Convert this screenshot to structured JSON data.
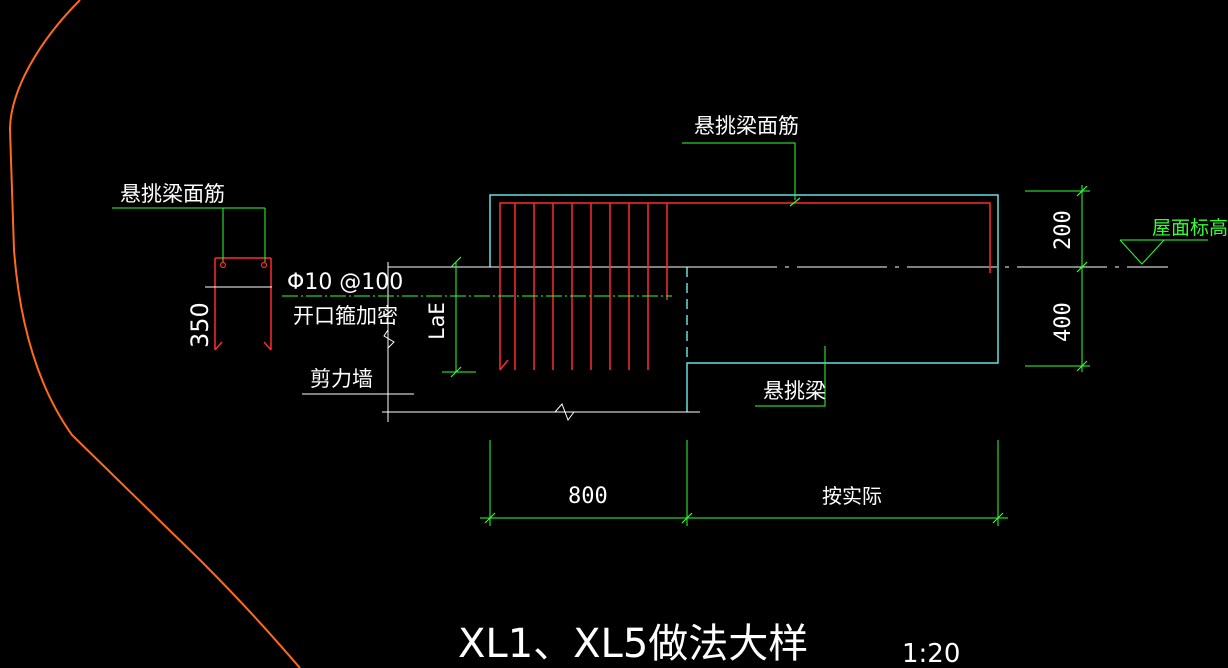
{
  "drawing": {
    "title": "XL1、XL5做法大样",
    "scale": "1:20",
    "colors": {
      "background": "#000000",
      "outline": "#66e0e0",
      "rebar": "#ff2a2a",
      "dimension": "#33ff33",
      "text": "#ffffff",
      "boundary": "#ff6a1a",
      "leader": "#33ff33"
    }
  },
  "labels": {
    "top_bar_left": "悬挑梁面筋",
    "top_bar_right": "悬挑梁面筋",
    "stirrup_spec": "Φ10 @100",
    "stirrup_note": "开口箍加密",
    "shear_wall": "剪力墙",
    "cantilever_beam": "悬挑梁",
    "roof_elevation": "屋面标高"
  },
  "dimensions": {
    "section_depth": "350",
    "anchorage": "LaE",
    "depth_top": "200",
    "depth_bottom": "400",
    "width_left": "800",
    "width_right": "按实际"
  }
}
